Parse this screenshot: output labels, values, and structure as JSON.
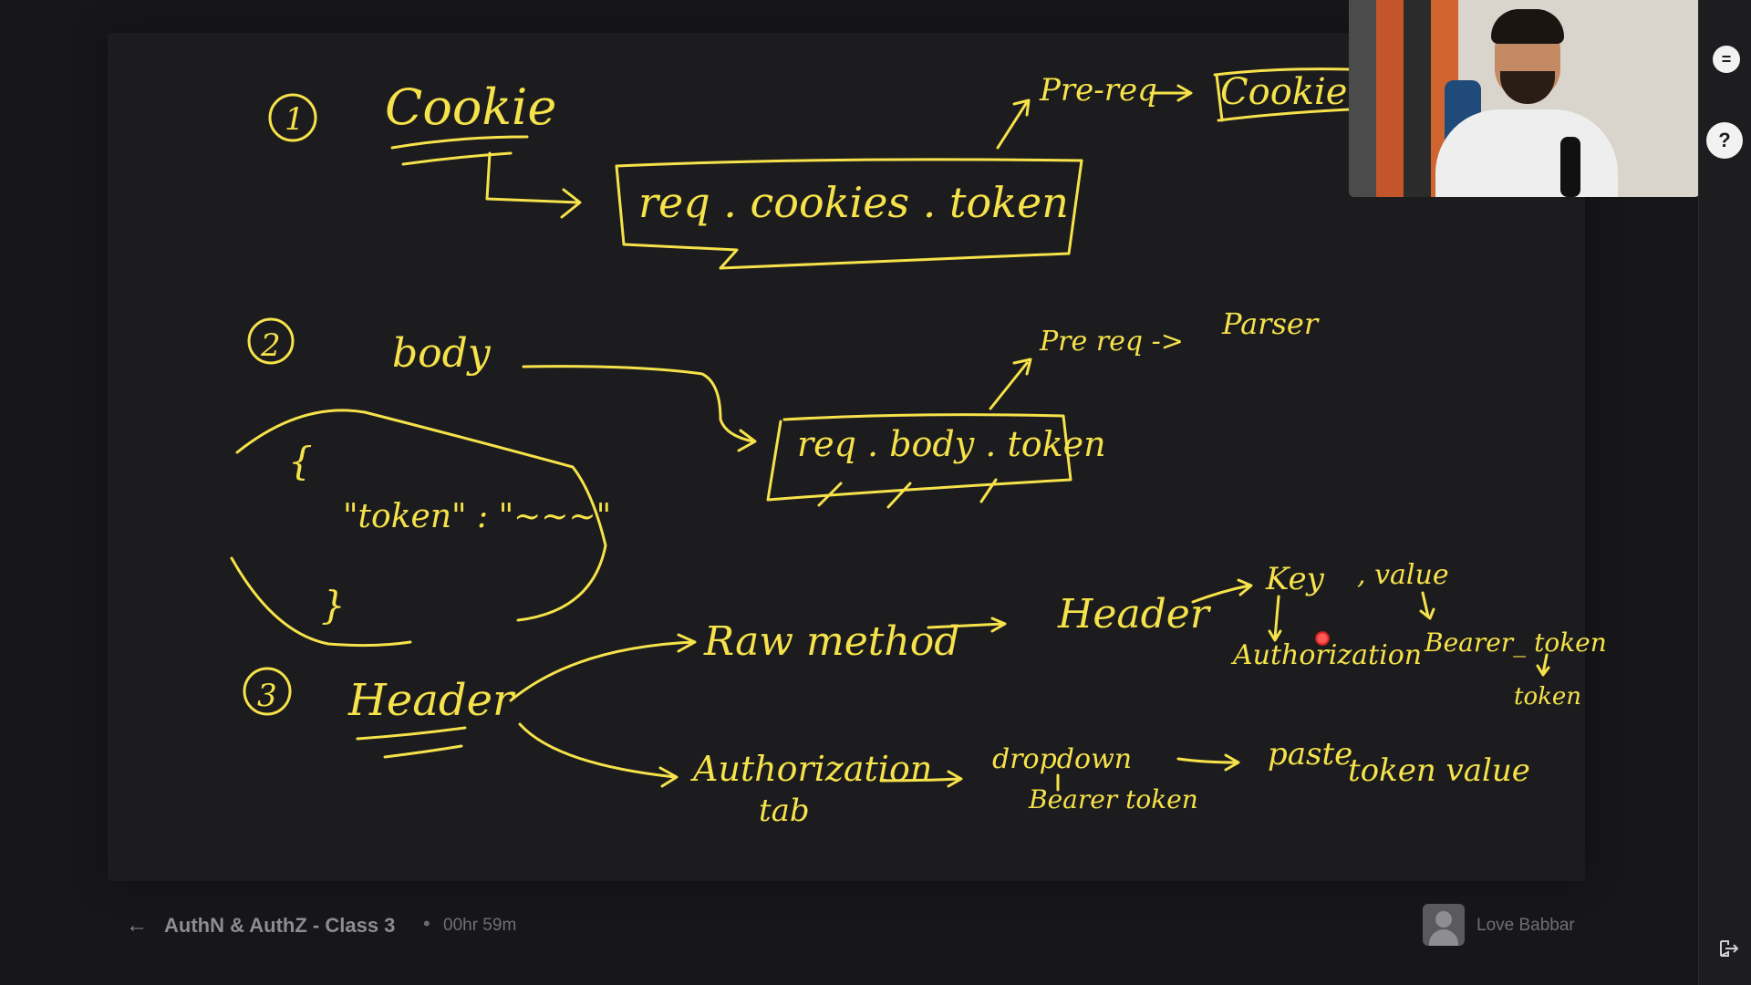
{
  "whiteboard": {
    "section1": {
      "number": "1",
      "title": "Cookie",
      "box_text": "req . cookies . token",
      "arrow_label": "Pre-req",
      "target_text": "Cookie-p"
    },
    "section2": {
      "number": "2",
      "title": "body",
      "json_open": "{",
      "json_line": "\"token\" : \"~~~\"",
      "json_close": "}",
      "box_text": "req . body . token",
      "arrow_label": "Pre req ->",
      "target_text": "Parser"
    },
    "section3": {
      "number": "3",
      "title": "Header",
      "raw_method": "Raw method",
      "header": "Header",
      "key": "Key",
      "value": ", value",
      "authorization": "Authorization",
      "bearer_token": "Bearer_ token",
      "token": "token",
      "auth_tab_line1": "Authorization",
      "auth_tab_line2": "tab",
      "dropdown": "dropdown",
      "bearer_token_option": "Bearer token",
      "paste": "paste",
      "token_value": "token value"
    }
  },
  "bottom_bar": {
    "back_icon": "←",
    "class_title": "AuthN & AuthZ - Class 3",
    "separator": "•",
    "duration": "00hr 59m",
    "instructor": "Love Babbar"
  },
  "sidebar": {
    "chat_icon": "=",
    "help_icon": "?"
  },
  "colors": {
    "ink": "#f6e24a",
    "background": "#1c1c1e",
    "pointer": "#d62020"
  }
}
